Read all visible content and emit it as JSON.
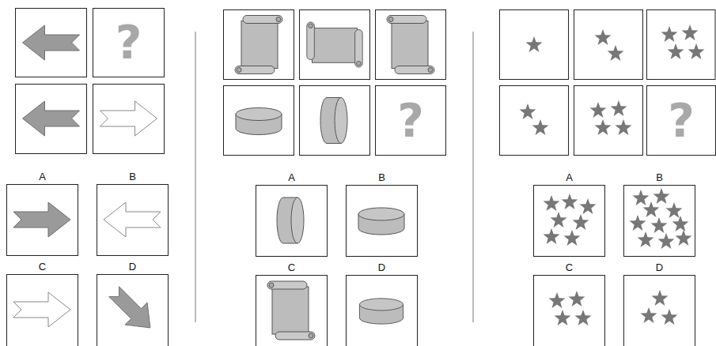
{
  "diagram": {
    "nodes": [
      {
        "text": [
          "?"
        ]
      },
      {
        "text": [
          "A"
        ]
      },
      {
        "text": [
          "B"
        ]
      },
      {
        "text": [
          "C"
        ]
      },
      {
        "text": [
          "D"
        ]
      },
      {
        "text": [
          "?"
        ]
      },
      {
        "text": [
          "A"
        ]
      },
      {
        "text": [
          "B"
        ]
      },
      {
        "text": [
          "C"
        ]
      },
      {
        "text": [
          "D"
        ]
      },
      {
        "text": [
          "?"
        ]
      },
      {
        "text": [
          "A"
        ]
      },
      {
        "text": [
          "B"
        ]
      },
      {
        "text": [
          "C"
        ]
      },
      {
        "text": [
          "D"
        ]
      }
    ]
  }
}
